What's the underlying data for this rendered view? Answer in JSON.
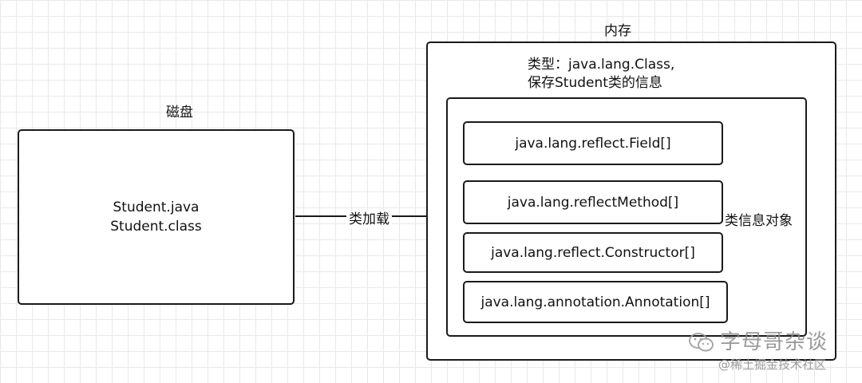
{
  "disk": {
    "label": "磁盘",
    "lines": [
      "Student.java",
      "Student.class"
    ]
  },
  "arrow": {
    "label": "类加载"
  },
  "memory": {
    "label": "内存",
    "type_caption": [
      "类型：java.lang.Class,",
      "保存Student类的信息"
    ],
    "class_object_label": "类信息对象",
    "items": [
      "java.lang.reflect.Field[]",
      "java.lang.reflectMethod[]",
      "java.lang.reflect.Constructor[]",
      "java.lang.annotation.Annotation[]"
    ]
  },
  "watermark": {
    "title": "字母哥杂谈",
    "subtitle": "@稀土掘金技术社区",
    "icon": "wechat-icon"
  }
}
